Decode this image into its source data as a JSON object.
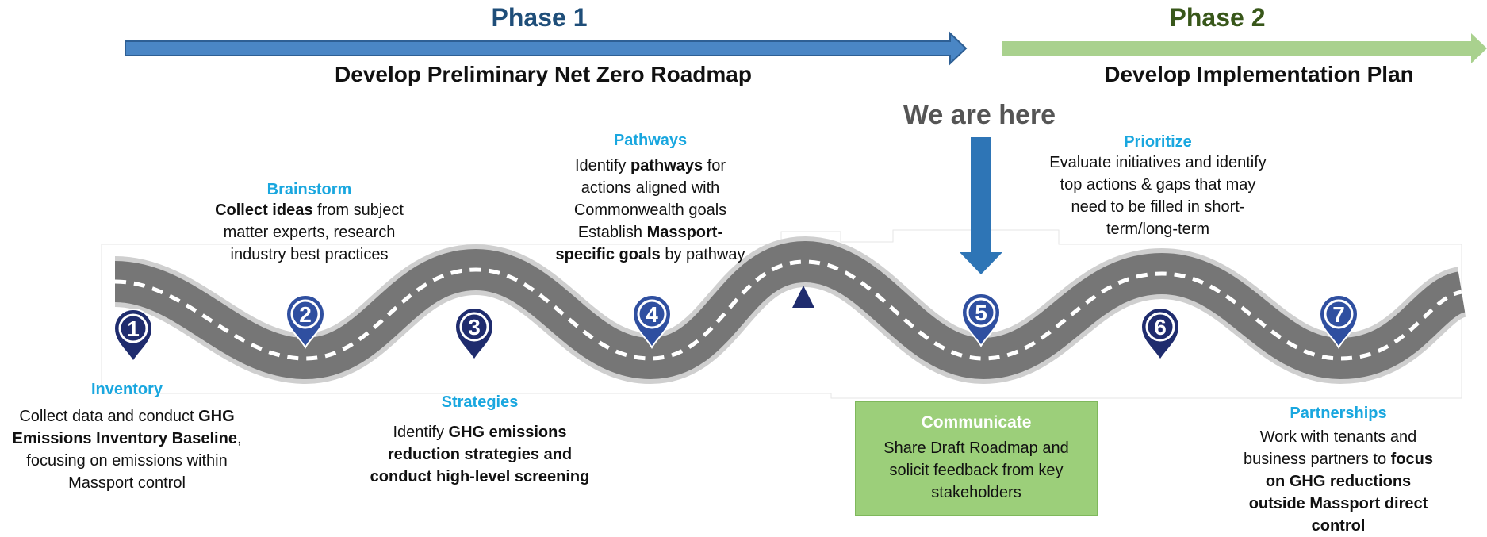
{
  "phase1": {
    "label": "Phase 1",
    "subtitle": "Develop Preliminary Net Zero Roadmap",
    "color": "#1f4e79",
    "arrow_color": "#4a86c5"
  },
  "phase2": {
    "label": "Phase 2",
    "subtitle": "Develop Implementation Plan",
    "color": "#38571a",
    "arrow_color": "#a9d18e"
  },
  "marker": {
    "label": "We are here",
    "arrow_color": "#2e75b6"
  },
  "road": {
    "fill": "#767676",
    "shoulder": "#c8c8c8",
    "dash": "#ffffff"
  },
  "pins": [
    {
      "number": "1",
      "color": "#1f2c6e"
    },
    {
      "number": "2",
      "color": "#2f4fa0"
    },
    {
      "number": "3",
      "color": "#1f2c6e"
    },
    {
      "number": "4",
      "color": "#2f4fa0"
    },
    {
      "number": "5",
      "color": "#2f4fa0"
    },
    {
      "number": "6",
      "color": "#1f2c6e"
    },
    {
      "number": "7",
      "color": "#2f4fa0"
    }
  ],
  "steps": {
    "inventory": {
      "title": "Inventory",
      "parts": [
        {
          "t": "Collect data and conduct ",
          "b": false
        },
        {
          "t": "GHG Emissions Inventory Baseline",
          "b": true
        },
        {
          "t": ", focusing on emissions within Massport control",
          "b": false
        }
      ]
    },
    "brainstorm": {
      "title": "Brainstorm",
      "parts": [
        {
          "t": "Collect ideas",
          "b": true
        },
        {
          "t": " from subject matter experts, research industry best practices",
          "b": false
        }
      ]
    },
    "strategies": {
      "title": "Strategies",
      "parts": [
        {
          "t": "Identify ",
          "b": false
        },
        {
          "t": "GHG emissions reduction strategies and conduct high-level screening",
          "b": true
        }
      ]
    },
    "pathways": {
      "title": "Pathways",
      "parts": [
        {
          "t": "Identify ",
          "b": false
        },
        {
          "t": "pathways",
          "b": true
        },
        {
          "t": " for actions aligned with Commonwealth goals Establish ",
          "b": false
        },
        {
          "t": "Massport-specific goals",
          "b": true
        },
        {
          "t": " by pathway",
          "b": false
        }
      ]
    },
    "communicate": {
      "title": "Communicate",
      "text": "Share Draft Roadmap and solicit feedback from key stakeholders"
    },
    "prioritize": {
      "title": "Prioritize",
      "parts": [
        {
          "t": "Evaluate initiatives and identify top actions & gaps that may need to be filled in short-term/long-term",
          "b": false
        }
      ]
    },
    "partnerships": {
      "title": "Partnerships",
      "parts": [
        {
          "t": "Work with tenants and business partners to ",
          "b": false
        },
        {
          "t": "focus on GHG reductions outside Massport direct control",
          "b": true
        }
      ]
    }
  }
}
